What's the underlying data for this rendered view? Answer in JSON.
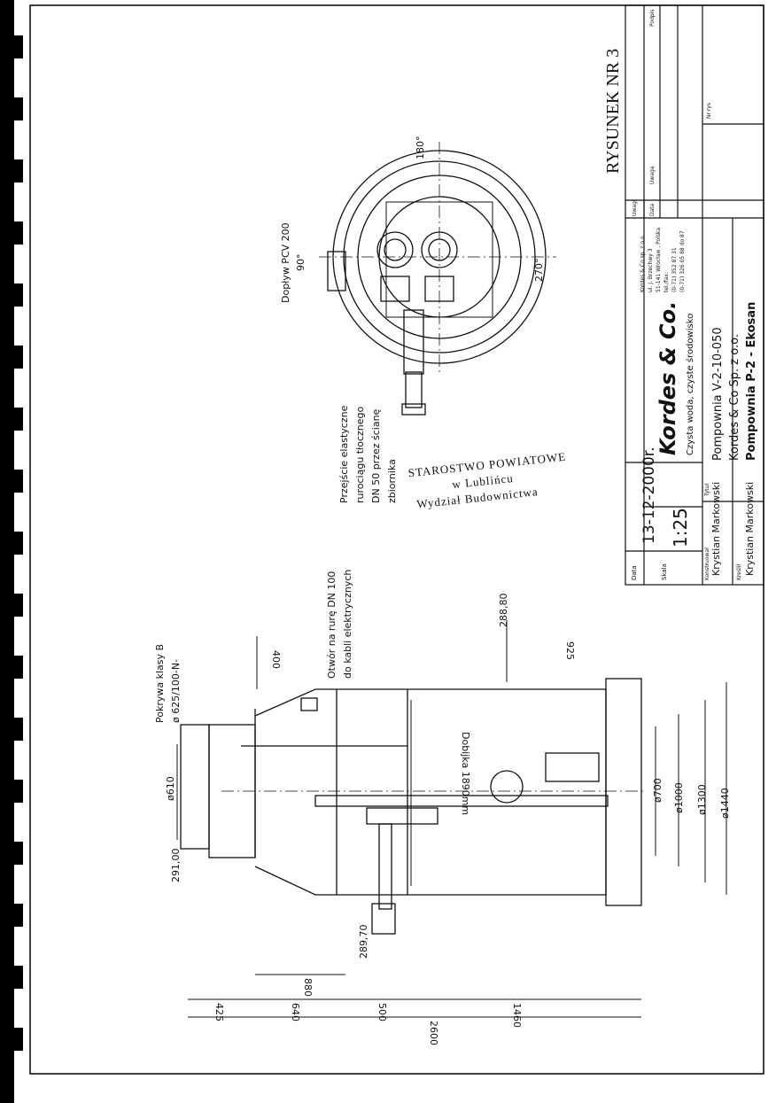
{
  "drawing_title": "RYSUNEK NR 3",
  "stamp": {
    "line1": "STAROSTWO POWIATOWE",
    "line2": "w Lublińcu",
    "line3": "Wydział Budownictwa"
  },
  "title_block": {
    "data_label": "Data",
    "date": "13-12-2000r.",
    "scale_label": "Skala",
    "scale": "1:25",
    "designer_label": "Konstruował",
    "designer": "Krystian Markowski",
    "drafter_label": "Kreślił",
    "drafter": "Krystian Markowski",
    "title_label": "Tytuł",
    "title_line1": "Pompownia V-2-10-050",
    "title_line2": "Kordes & Co Sp. z o.o.",
    "title_line3": "Pompownia P-2 - Ekosan",
    "company_logo": "Kordes & Co.",
    "company_slogan": "Czysta woda, czyste środowisko",
    "company_address1": "Kordes & Co sp. z o.o.",
    "company_address2": "ul. J. Brzechwy 3",
    "company_address3": "51-141 Wrocław , Polska",
    "company_address4": "tel./fax:",
    "company_phone1": "(0-71) 352 87 31",
    "company_phone2": "(0-71) 326 05 88 do 87",
    "rev_label": "Uwagi",
    "date_col_label": "Data",
    "note_col_label": "Uwaga",
    "sign_col_label": "Podpis",
    "drawing_no_label": "Nr rys"
  },
  "plan_view": {
    "inlet_label": "Dopływ PCV 200",
    "angle_90": "90°",
    "angle_180": "180°",
    "angle_270": "270°",
    "transition_line1": "Przejście elastyczne",
    "transition_line2": "rurociągu tłocznego",
    "transition_line3": "DN 50 przez ścianę",
    "transition_line4": "zbiornika"
  },
  "section_view": {
    "cover_line1": "Pokrywa klasy B",
    "cover_line2": "ø 625/100-N-",
    "hole_line1": "Otwór na rurę DN 100",
    "hole_line2": "do kabli elektrycznych",
    "probe_label": "Dobijka 1890mm",
    "elev_top": "291,00",
    "elev_inlet": "288,80",
    "elev_outlet": "289,70",
    "dim_400": "400",
    "dim_925": "925",
    "dim_610": "ø610",
    "dim_700": "ø700",
    "dim_1000": "ø1000",
    "dim_1300": "ø1300",
    "dim_1440": "ø1440",
    "dim_880": "880",
    "dim_425": "425",
    "dim_640": "640",
    "dim_500": "500",
    "dim_1460": "1460",
    "dim_2600": "2600"
  },
  "colors": {
    "ink": "#111111",
    "paper": "#ffffff",
    "binding": "#000000",
    "stamp_ink": "#2a2a2a"
  }
}
